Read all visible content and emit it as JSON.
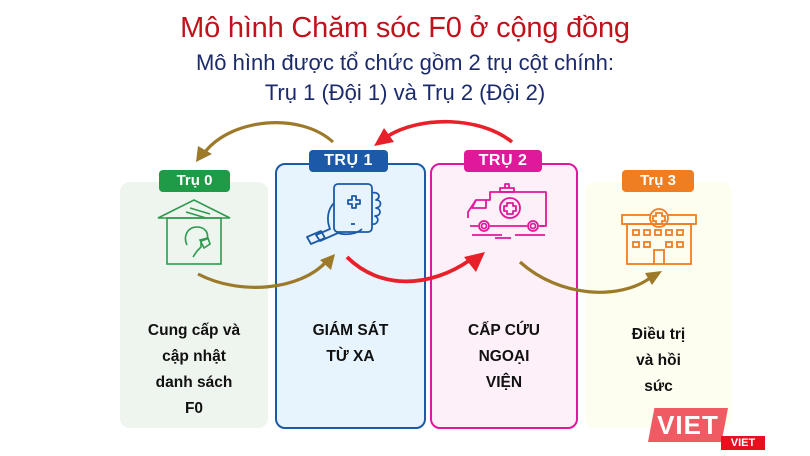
{
  "header": {
    "title": "Mô hình Chăm sóc F0 ở cộng đồng",
    "subtitle_line1": "Mô hình được tổ chức gồm 2 trụ cột chính:",
    "subtitle_line2": "Trụ 1 (Đội 1) và Trụ 2 (Đội 2)"
  },
  "pillars": [
    {
      "badge": "Trụ 0",
      "icon": "house-masked-person-icon",
      "color": "#1f9a47",
      "lines": [
        "Cung cấp và",
        "cập nhật",
        "danh sách",
        "F0"
      ]
    },
    {
      "badge": "TRỤ 1",
      "icon": "hand-holding-phone-medical-icon",
      "color": "#1c5aa8",
      "lines": [
        "GIÁM SÁT",
        "TỪ XA"
      ]
    },
    {
      "badge": "TRỤ 2",
      "icon": "ambulance-icon",
      "color": "#e0189a",
      "lines": [
        "CẤP CỨU",
        "NGOẠI",
        "VIỆN"
      ]
    },
    {
      "badge": "Trụ 3",
      "icon": "hospital-icon",
      "color": "#ef7d22",
      "lines": [
        "Điều trị",
        "và hồi",
        "sức"
      ]
    }
  ],
  "arrows": {
    "gold": "#9c7a2a",
    "red": "#e8202a"
  },
  "watermark": {
    "big": "VIET",
    "small": "VIET"
  }
}
